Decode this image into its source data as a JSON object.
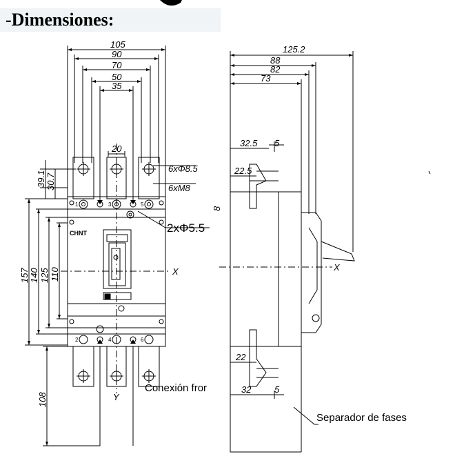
{
  "title": "-Dimensiones:",
  "front_view": {
    "top_widths": [
      "105",
      "90",
      "70",
      "50",
      "35"
    ],
    "terminal_pitch": "20",
    "left_offsets": [
      "39.1",
      "30.7"
    ],
    "height_dims": [
      "157",
      "140",
      "125",
      "110"
    ],
    "bottom_extension": "108",
    "hole_callout": "6xΦ8.5",
    "screw_callout": "6xM8",
    "mount_callout": "2xΦ5.5",
    "x_axis": "X",
    "y_axis": "Y",
    "brand": "CHNT",
    "terminal_numbers_top": [
      "1",
      "3",
      "5"
    ],
    "terminal_numbers_bottom": [
      "2",
      "4",
      "6"
    ],
    "connection_label": "Conexión fror"
  },
  "side_view": {
    "top_widths": [
      "125.2",
      "88",
      "82",
      "73"
    ],
    "upper_terminal": [
      "32.5",
      "5",
      "22.5"
    ],
    "lower_terminal": [
      "22",
      "32",
      "5"
    ],
    "side_mark": "8",
    "x_axis": "X",
    "phase_separator": "Separador de fases"
  },
  "colors": {
    "line": "#000000",
    "heading_bg": "#f1f4f6",
    "text": "#000000"
  }
}
